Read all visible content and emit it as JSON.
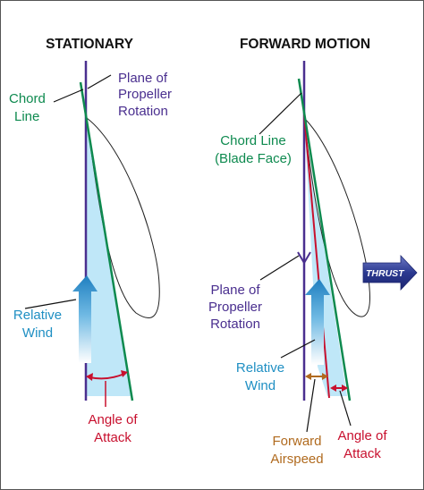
{
  "titles": {
    "left": "STATIONARY",
    "right": "FORWARD MOTION"
  },
  "left_panel": {
    "plane_label": [
      "Plane of",
      "Propeller",
      "Rotation"
    ],
    "chord_label": [
      "Chord",
      "Line"
    ],
    "wind_label": [
      "Relative",
      "Wind"
    ],
    "aoa_label": [
      "Angle of",
      "Attack"
    ]
  },
  "right_panel": {
    "chord_label": [
      "Chord Line",
      "(Blade Face)"
    ],
    "plane_label": [
      "Plane of",
      "Propeller",
      "Rotation"
    ],
    "wind_label": [
      "Relative",
      "Wind"
    ],
    "airspeed_label": [
      "Forward",
      "Airspeed"
    ],
    "aoa_label": [
      "Angle of",
      "Attack"
    ],
    "thrust_label": "THRUST"
  },
  "colors": {
    "plane": "#4a2f8f",
    "chord": "#0e8a4f",
    "relative_wind": "#1f8fc3",
    "angle": "#c8102e",
    "airspeed": "#b06a1e",
    "thrust": "#2b3990"
  }
}
